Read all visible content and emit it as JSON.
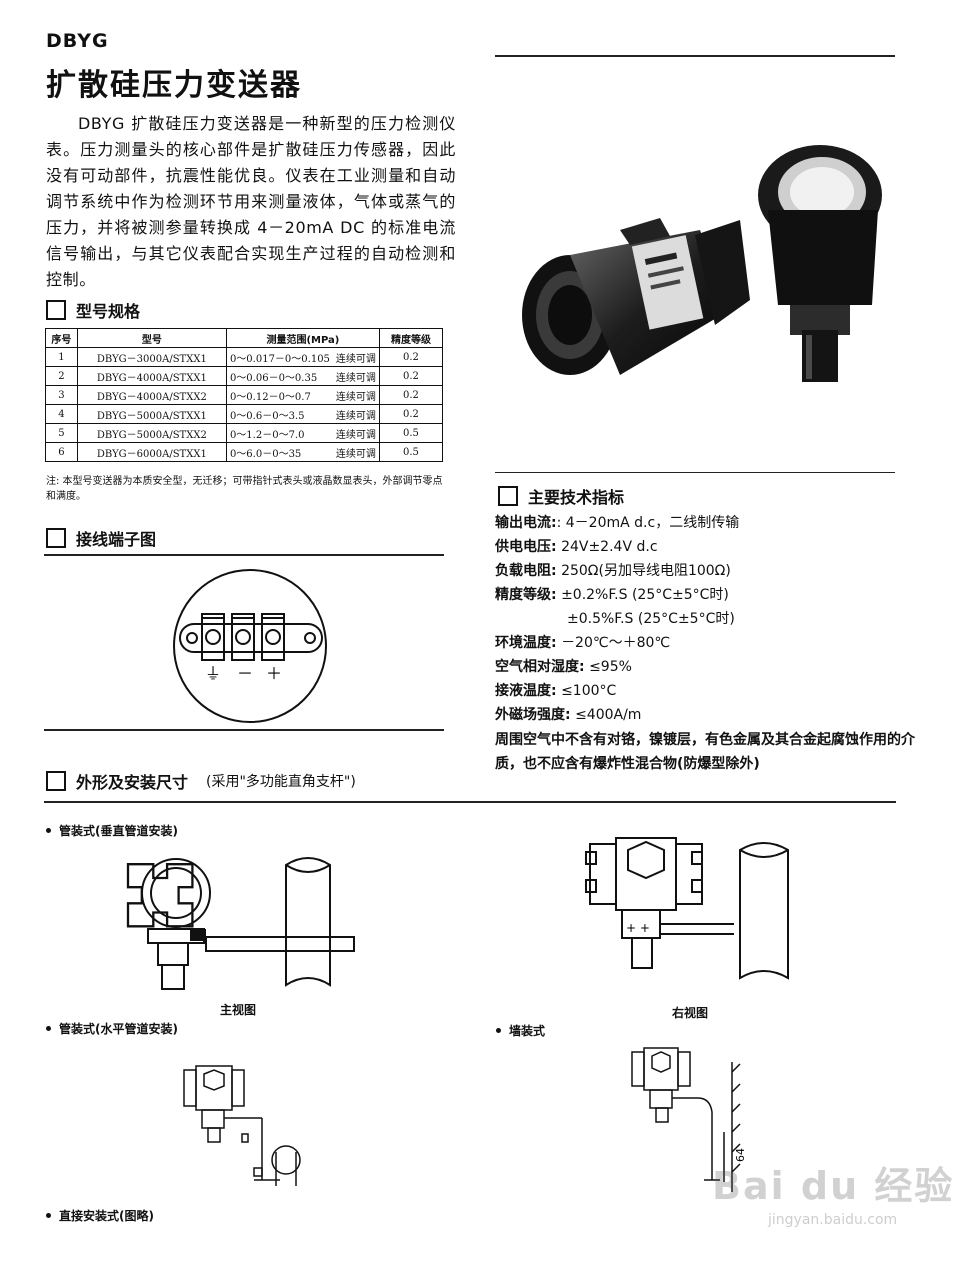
{
  "header": {
    "model_code": "DBYG",
    "title": "扩散硅压力变送器"
  },
  "intro": "DBYG 扩散硅压力变送器是一种新型的压力检测仪表。压力测量头的核心部件是扩散硅压力传感器，因此没有可动部件，抗震性能优良。仪表在工业测量和自动调节系统中作为检测环节用来测量液体，气体或蒸气的压力，并将被测参量转换成 4－20mA DC 的标准电流信号输出，与其它仪表配合实现生产过程的自动检测和控制。",
  "sections": {
    "model_spec": "型号规格",
    "wiring": "接线端子图",
    "dimensions": "外形及安装尺寸",
    "dimensions_note": "(采用\"多功能直角支杆\")",
    "tech": "主要技术指标"
  },
  "spec_table": {
    "headers": [
      "序号",
      "型号",
      "测量范围(MPa)",
      "精度等级"
    ],
    "rows": [
      [
        "1",
        "DBYG－3000A/STXX1",
        "0～0.017－0～0.105",
        "连续可调",
        "0.2"
      ],
      [
        "2",
        "DBYG－4000A/STXX1",
        "0～0.06－0～0.35",
        "连续可调",
        "0.2"
      ],
      [
        "3",
        "DBYG－4000A/STXX2",
        "0～0.12－0～0.7",
        "连续可调",
        "0.2"
      ],
      [
        "4",
        "DBYG－5000A/STXX1",
        "0～0.6－0～3.5",
        "连续可调",
        "0.2"
      ],
      [
        "5",
        "DBYG－5000A/STXX2",
        "0～1.2－0～7.0",
        "连续可调",
        "0.5"
      ],
      [
        "6",
        "DBYG－6000A/STXX1",
        "0～6.0－0～35",
        "连续可调",
        "0.5"
      ]
    ],
    "footnote": "注: 本型号变送器为本质安全型，无迁移；可带指针式表头或液晶数显表头，外部调节零点和满度。"
  },
  "wiring": {
    "ground": "⏚",
    "minus": "－",
    "plus": "＋"
  },
  "tech_specs": [
    {
      "key": "输出电流:",
      "value": ": 4－20mA d.c，二线制传输"
    },
    {
      "key": "供电电压:",
      "value": "24V±2.4V d.c"
    },
    {
      "key": "负载电阻:",
      "value": "250Ω(另加导线电阻100Ω)"
    },
    {
      "key": "精度等级:",
      "value": "±0.2%F.S (25°C±5°C时)"
    },
    {
      "key": "",
      "value": "±0.5%F.S (25°C±5°C时)"
    },
    {
      "key": "环境温度:",
      "value": "－20℃～＋80℃"
    },
    {
      "key": "空气相对湿度:",
      "value": "≤95%"
    },
    {
      "key": "接液温度:",
      "value": "≤100°C"
    },
    {
      "key": "外磁场强度:",
      "value": "≤400A/m"
    }
  ],
  "environment_note": "周围空气中不含有对铬，镍镀层，有色金属及其合金起腐蚀作用的介质，也不应含有爆炸性混合物(防爆型除外)",
  "installations": {
    "vertical_pipe": "管装式(垂直管道安装)",
    "horizontal_pipe": "管装式(水平管道安装)",
    "wall": "墙装式",
    "direct": "直接安装式(图略)",
    "front_view": "主视图",
    "right_view": "右视图",
    "dimension_64": "64"
  },
  "watermark": {
    "brand": "Bai du 经验",
    "url": "jingyan.baidu.com"
  }
}
